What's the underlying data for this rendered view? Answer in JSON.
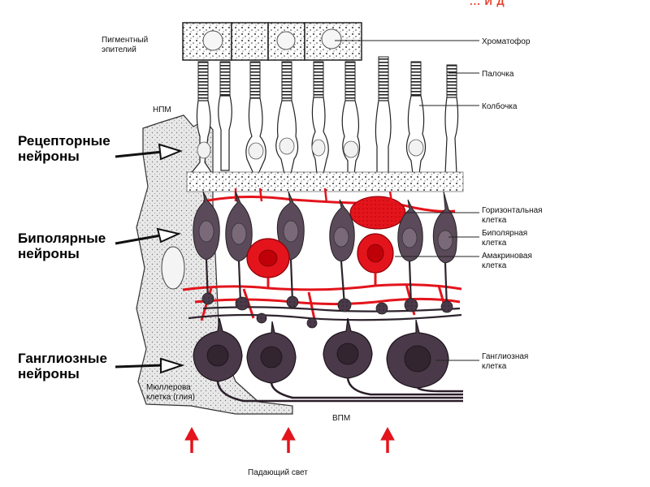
{
  "corner_text": "... И Д",
  "left_labels": {
    "receptor": [
      "Рецепторные",
      "нейроны"
    ],
    "bipolar": [
      "Биполярные",
      "нейроны"
    ],
    "ganglion": [
      "Ганглиозные",
      "нейроны"
    ]
  },
  "right_labels": {
    "chromatophore": "Хроматофор",
    "rod": "Палочка",
    "cone": "Колбочка",
    "horizontal": [
      "Горизонтальная",
      "клетка"
    ],
    "bipolar": [
      "Биполярная",
      "клетка"
    ],
    "amacrine": [
      "Амакриновая",
      "клетка"
    ],
    "ganglion": [
      "Ганглиозная",
      "клетка"
    ]
  },
  "layer_labels": {
    "pigment": [
      "Пигментный",
      "эпителий"
    ],
    "outer_membrane": "НПМ",
    "inner_membrane": "ВПМ",
    "muller": [
      "Мюллерова",
      "клетка (глия)"
    ],
    "light": "Падающий свет"
  },
  "colors": {
    "red": "#e3141c",
    "dark_cell": "#5b4a5a",
    "ganglion_cell": "#4a3a49",
    "glia": "#e9e9e9",
    "arrow": "#111111"
  }
}
